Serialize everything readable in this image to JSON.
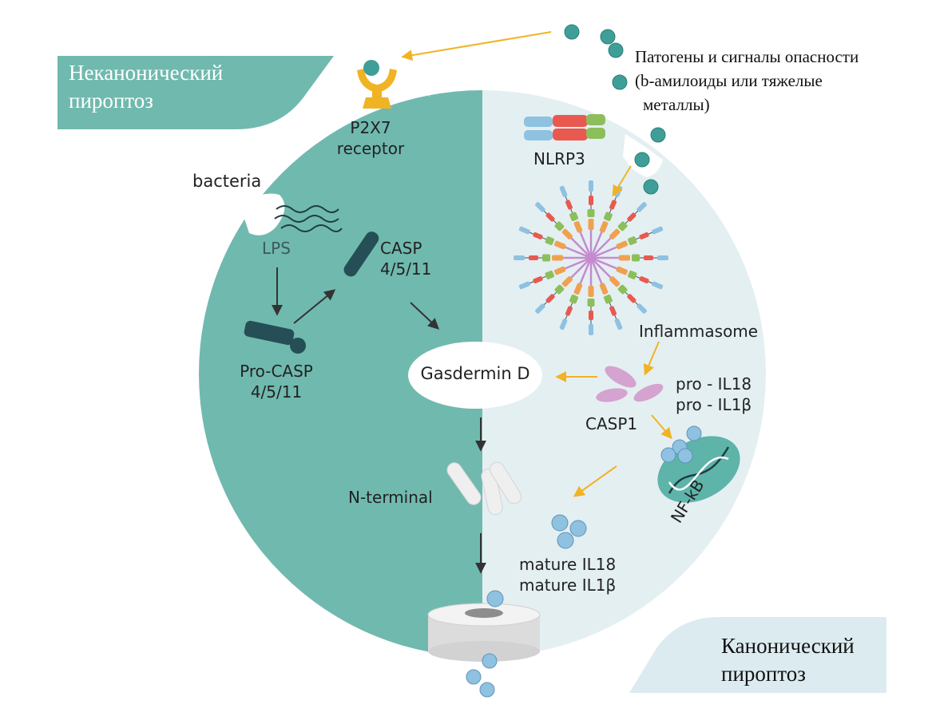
{
  "title": "",
  "banners": {
    "noncanonical": {
      "line1": "Неканонический",
      "line2": "пироптоз"
    },
    "canonical": {
      "line1": "Канонический",
      "line2": "пироптоз"
    }
  },
  "labels": {
    "pathogens": {
      "line1": "Патогены и сигналы опасности",
      "line2": "(b-амилоиды или тяжелые",
      "line3": "металлы)"
    },
    "p2x7": {
      "line1": "P2X7",
      "line2": "receptor"
    },
    "bacteria": "bacteria",
    "lps": "LPS",
    "casp4511": {
      "line1": "CASP",
      "line2": "4/5/11"
    },
    "procasp": {
      "line1": "Pro-CASP",
      "line2": "4/5/11"
    },
    "nlrp3": "NLRP3",
    "inflammasome": "Inflammasome",
    "gasdermin": "Gasdermin D",
    "prointerleukins": {
      "line1": "pro - IL18",
      "line2": "pro - IL1β"
    },
    "casp1": "CASP1",
    "nfkb": "NF-kB",
    "nterminal": "N-terminal",
    "mature": {
      "line1": "mature IL18",
      "line2": "mature IL1β"
    }
  },
  "colors": {
    "left_half": "#70b9ae",
    "right_half": "#e4eff2",
    "banner_left": "#70b9ae",
    "banner_right": "#dcebef",
    "arrow_dark": "#333333",
    "arrow_yellow": "#f0b323",
    "receptor": "#f0b323",
    "teal_dark_ball": "#3f9e97",
    "blue_ball": "#8fc1e0",
    "casp_dark": "#254e57",
    "casp1_pink": "#d4a3cf",
    "nfkb_teal": "#5eb4a9"
  }
}
